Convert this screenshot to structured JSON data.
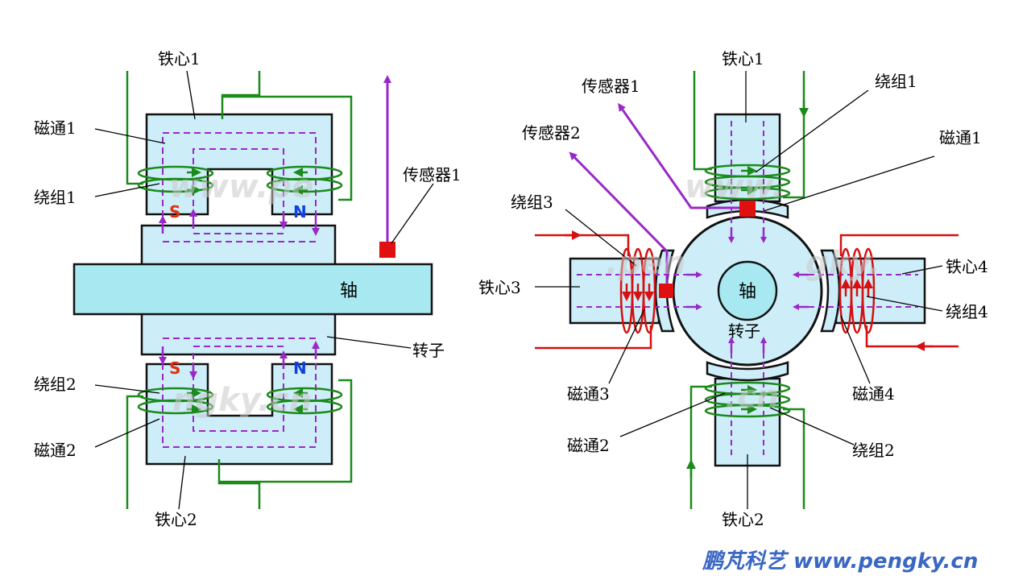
{
  "left_diagram": {
    "core1_label": "铁心1",
    "flux1_label": "磁通1",
    "winding1_label": "绕组1",
    "sensor1_label": "传感器1",
    "shaft_label": "轴",
    "rotor_label": "转子",
    "winding2_label": "绕组2",
    "flux2_label": "磁通2",
    "core2_label": "铁心2",
    "pole_s_top": "S",
    "pole_n_top": "N",
    "pole_s_bottom": "S",
    "pole_n_bottom": "N"
  },
  "right_diagram": {
    "core1_label": "铁心1",
    "sensor1_label": "传感器1",
    "winding1_label": "绕组1",
    "sensor2_label": "传感器2",
    "flux1_label": "磁通1",
    "winding3_label": "绕组3",
    "core3_label": "铁心3",
    "core4_label": "铁心4",
    "winding4_label": "绕组4",
    "shaft_label": "轴",
    "rotor_label": "转子",
    "flux3_label": "磁通3",
    "flux4_label": "磁通4",
    "flux2_label": "磁通2",
    "winding2_label": "绕组2",
    "core2_label": "铁心2"
  },
  "watermark": {
    "part1": "www.pe",
    "part2": "ngky.cn",
    "part3": "www.",
    "part4": ".pen",
    "part5": "gky.",
    "part6": ".cn"
  },
  "footer": {
    "brand": "鹏芃科艺 www.pengky.cn"
  },
  "colors": {
    "core_fill": "#cdeef8",
    "shaft_fill": "#a8e8f0",
    "winding_green": "#1a8a1a",
    "winding_red": "#d61010",
    "flux_purple": "#9a28c8",
    "sensor_red": "#e01010",
    "pole_s": "#e03010",
    "pole_n": "#1040e0",
    "brand_blue": "#3a66c4"
  }
}
